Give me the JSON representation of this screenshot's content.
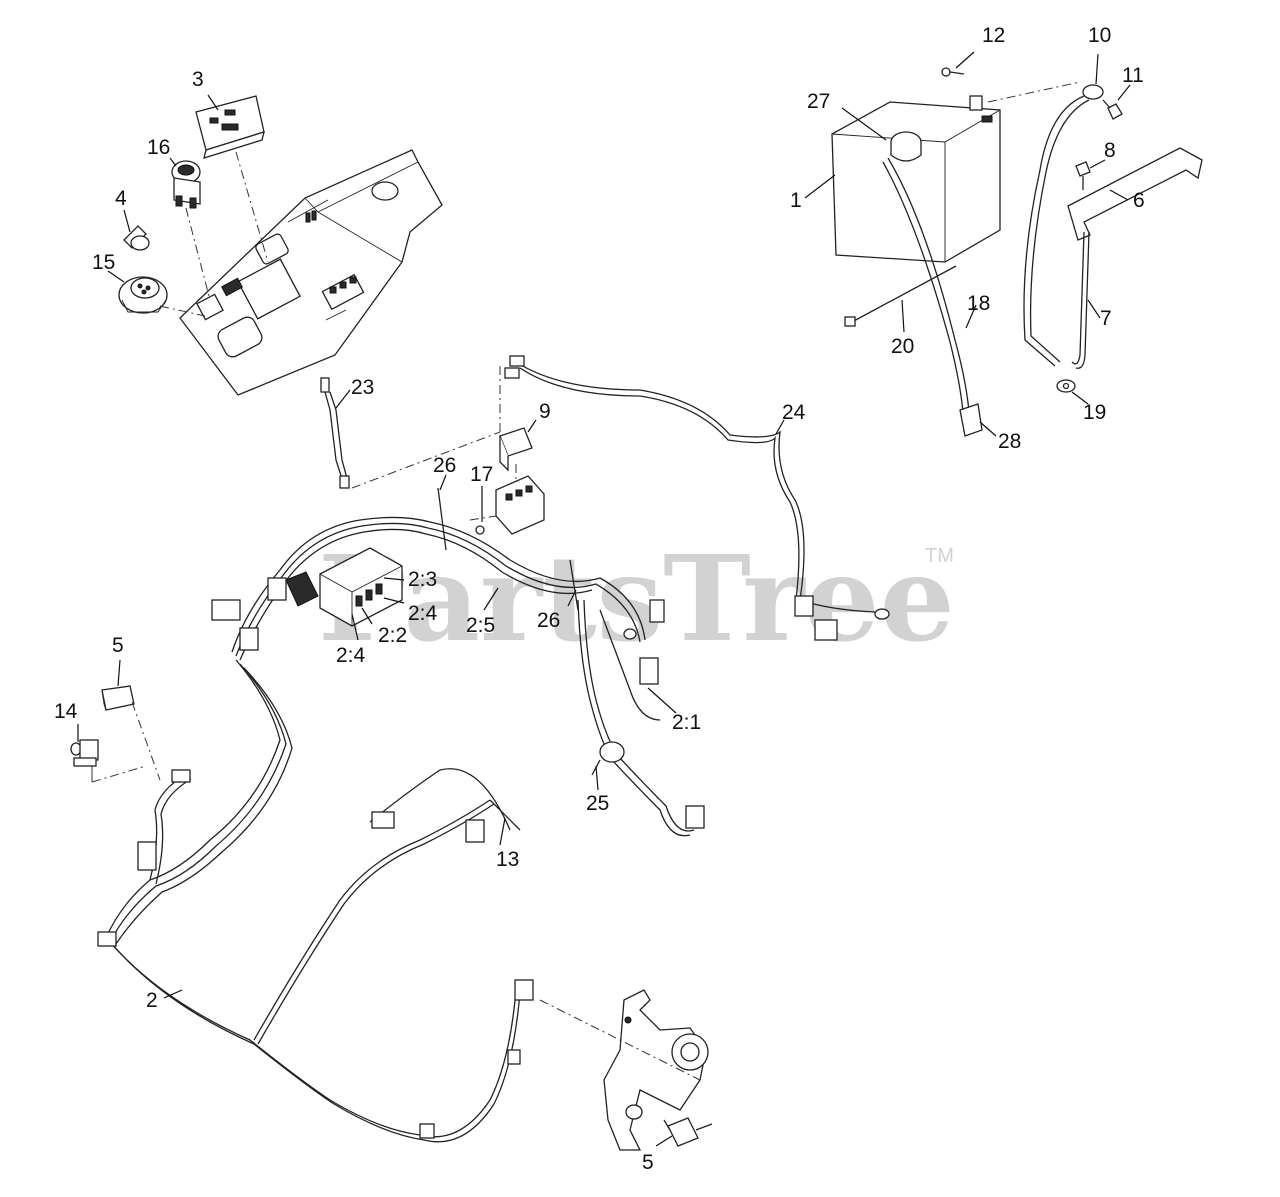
{
  "watermark": {
    "brand": "PartsTree",
    "trademark": "TM"
  },
  "callouts": [
    {
      "id": "1",
      "text": "1"
    },
    {
      "id": "2",
      "text": "2"
    },
    {
      "id": "2-1",
      "text": "2:1"
    },
    {
      "id": "2-2",
      "text": "2:2"
    },
    {
      "id": "2-3",
      "text": "2:3"
    },
    {
      "id": "2-4a",
      "text": "2:4"
    },
    {
      "id": "2-4b",
      "text": "2:4"
    },
    {
      "id": "2-5",
      "text": "2:5"
    },
    {
      "id": "3",
      "text": "3"
    },
    {
      "id": "4",
      "text": "4"
    },
    {
      "id": "5a",
      "text": "5"
    },
    {
      "id": "5b",
      "text": "5"
    },
    {
      "id": "6",
      "text": "6"
    },
    {
      "id": "7",
      "text": "7"
    },
    {
      "id": "8",
      "text": "8"
    },
    {
      "id": "9",
      "text": "9"
    },
    {
      "id": "10",
      "text": "10"
    },
    {
      "id": "11",
      "text": "11"
    },
    {
      "id": "12",
      "text": "12"
    },
    {
      "id": "13",
      "text": "13"
    },
    {
      "id": "14",
      "text": "14"
    },
    {
      "id": "15",
      "text": "15"
    },
    {
      "id": "16",
      "text": "16"
    },
    {
      "id": "17",
      "text": "17"
    },
    {
      "id": "18",
      "text": "18"
    },
    {
      "id": "19",
      "text": "19"
    },
    {
      "id": "20",
      "text": "20"
    },
    {
      "id": "23",
      "text": "23"
    },
    {
      "id": "24",
      "text": "24"
    },
    {
      "id": "25",
      "text": "25"
    },
    {
      "id": "26a",
      "text": "26"
    },
    {
      "id": "26b",
      "text": "26"
    },
    {
      "id": "27",
      "text": "27"
    },
    {
      "id": "28",
      "text": "28"
    }
  ]
}
